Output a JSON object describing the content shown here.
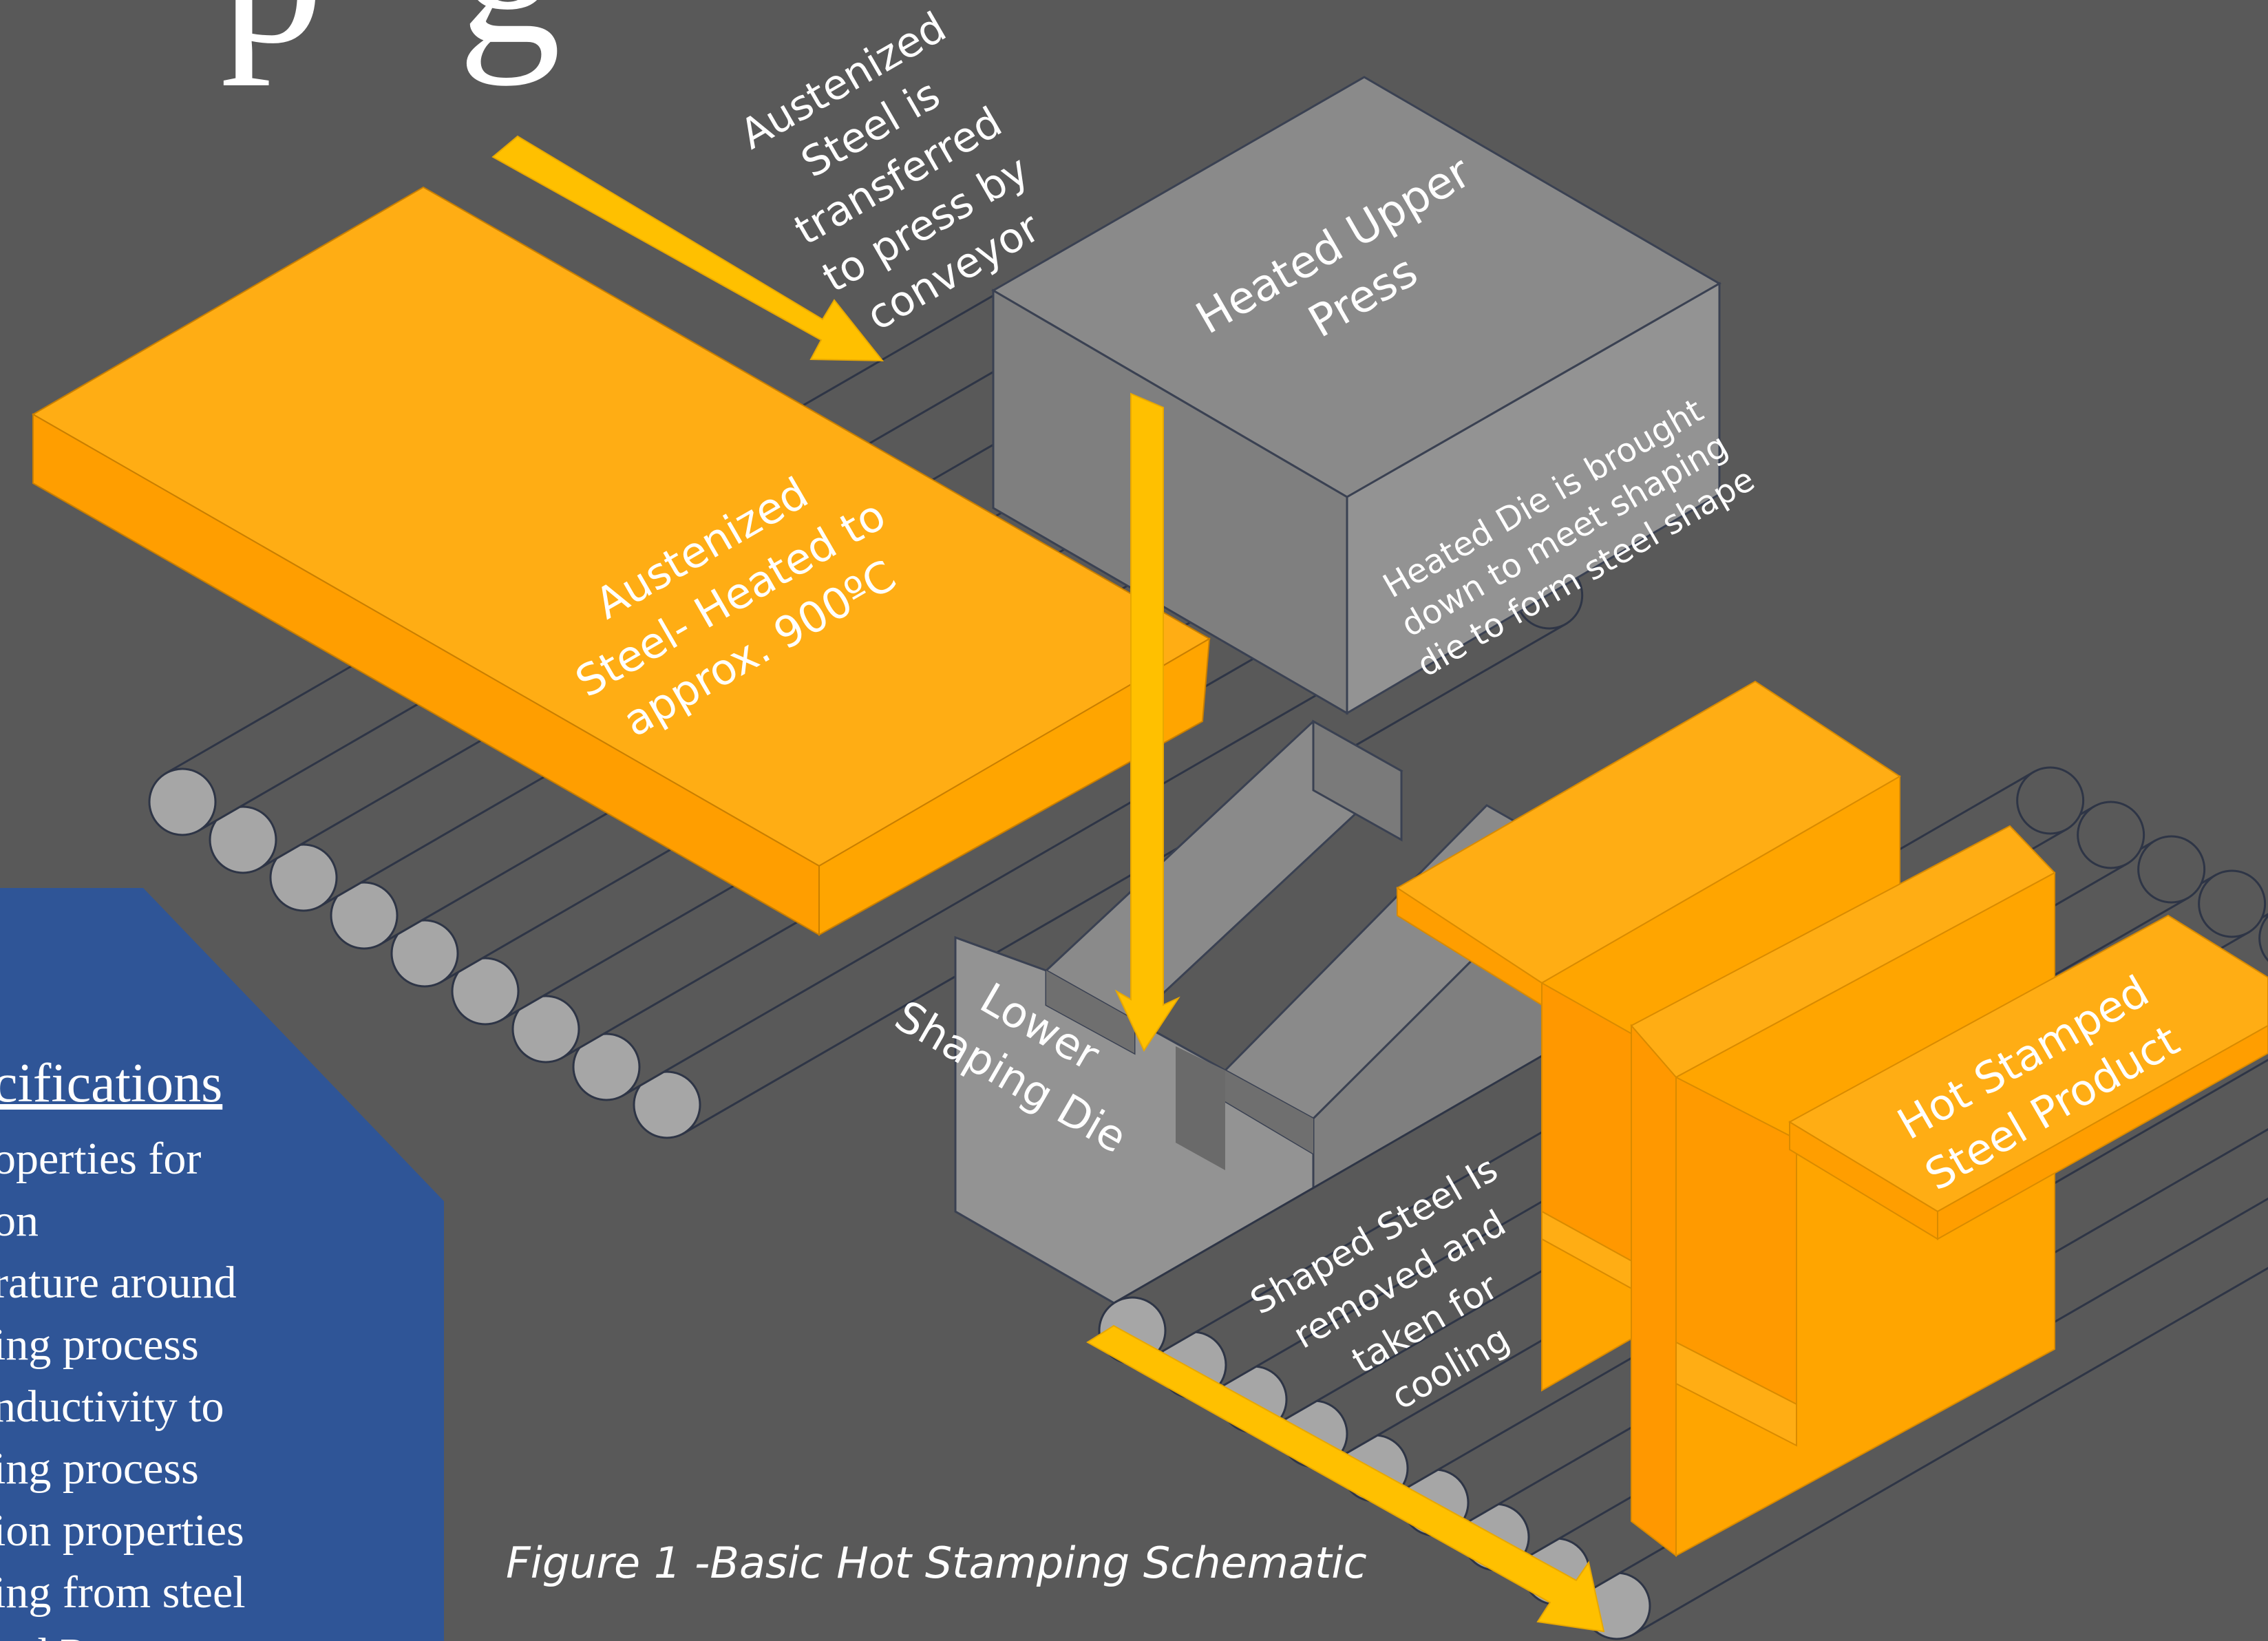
{
  "colors": {
    "background": "#595959",
    "steel_orange_top": "#FFAD14",
    "steel_orange_side": "#FF9E00",
    "arrow_yellow": "#FFC000",
    "press_gray_top": "#8A8A8A",
    "press_gray_side": "#7F7F7F",
    "press_gray_front": "#939393",
    "roller_gray": "#A6A6A6",
    "panel_blue": "#2F5597"
  },
  "title_fragment": "p g",
  "labels": {
    "conveyor_in": [
      "Austenized",
      "Steel is",
      "transferred",
      "to press by",
      "conveyor"
    ],
    "austenized_steel": [
      "Austenized",
      "Steel- Heated to",
      "approx. 900ºC"
    ],
    "upper_press": [
      "Heated Upper",
      "Press"
    ],
    "heated_die": [
      "Heated Die is brought",
      "down to meet shaping",
      "die to form steel shape"
    ],
    "lower_die": [
      "Lower",
      "Shaping Die"
    ],
    "removed": [
      "Shaped Steel Is",
      "removed and",
      "taken for",
      "cooling"
    ],
    "product": [
      "Hot Stamped",
      "Steel Product"
    ]
  },
  "caption": "Figure 1 -Basic Hot Stamping Schematic",
  "side_panel": {
    "title": "cifications",
    "lines": [
      "operties for",
      "on",
      "rature around",
      "ing process",
      "nductivity to",
      "ing process",
      "ion properties",
      "ing from steel",
      "ted Patent"
    ]
  },
  "icons": {
    "conveyor_arrow": "arrow-down-right-icon",
    "press_arrow": "arrow-down-icon",
    "output_arrow": "arrow-down-right-icon"
  }
}
